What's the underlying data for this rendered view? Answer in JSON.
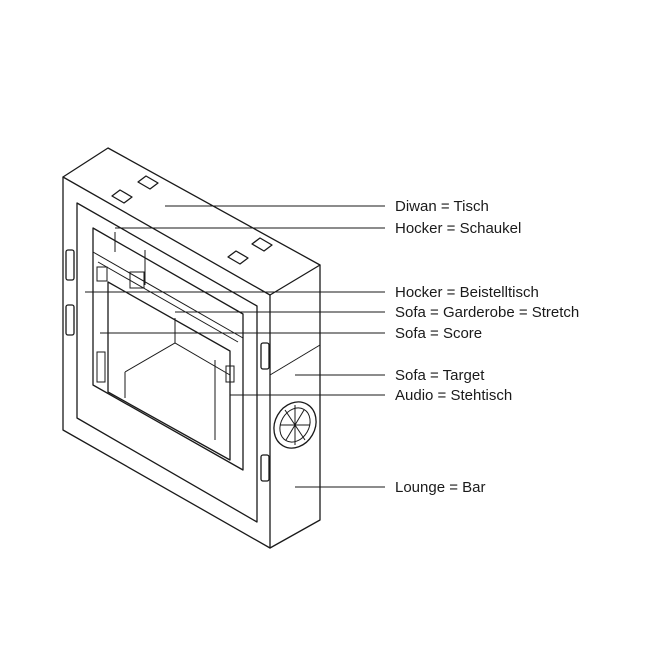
{
  "labels": [
    {
      "id": "diwan",
      "text": "Diwan = Tisch"
    },
    {
      "id": "hocker-schaukel",
      "text": "Hocker = Schaukel"
    },
    {
      "id": "hocker-beistelltisch",
      "text": "Hocker = Beistelltisch"
    },
    {
      "id": "sofa-garderobe",
      "text": "Sofa = Garderobe = Stretch"
    },
    {
      "id": "sofa-score",
      "text": "Sofa = Score"
    },
    {
      "id": "sofa-target",
      "text": "Sofa = Target"
    },
    {
      "id": "audio-stehtisch",
      "text": "Audio = Stehtisch"
    },
    {
      "id": "lounge-bar",
      "text": "Lounge = Bar"
    }
  ]
}
